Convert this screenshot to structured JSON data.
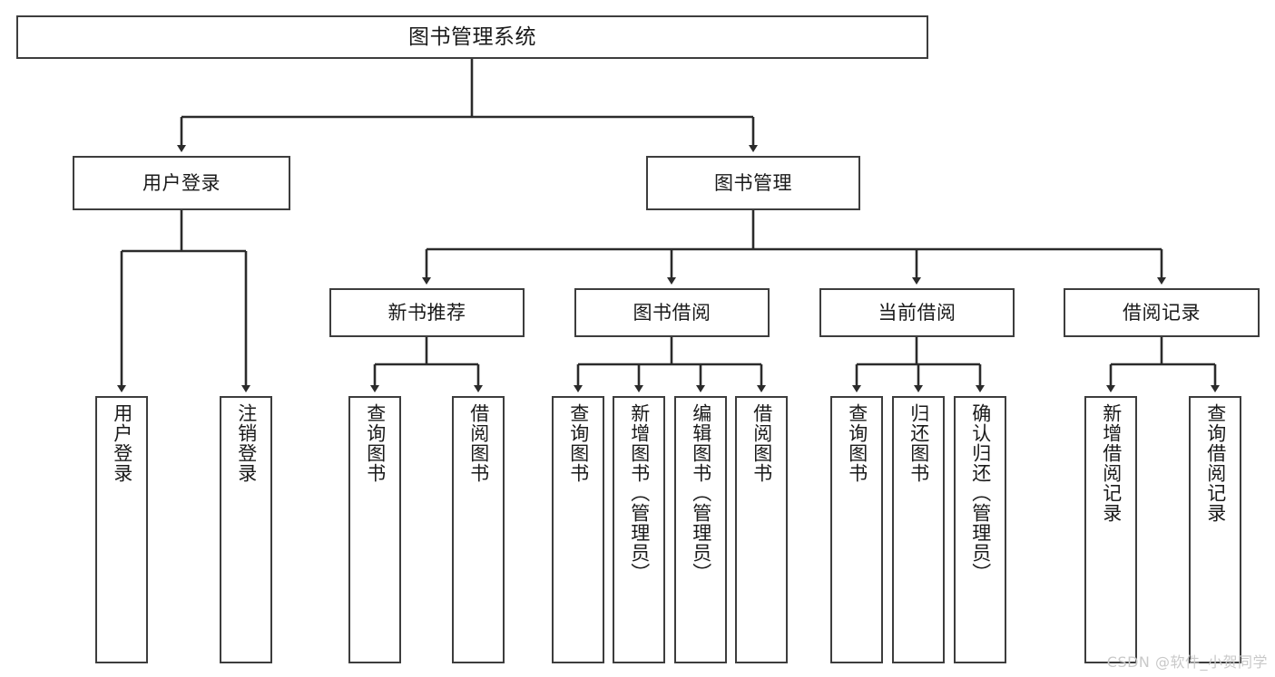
{
  "diagram": {
    "title": "图书管理系统",
    "colors": {
      "box_border": "#3d3d3d",
      "box_fill": "#ffffff",
      "connector": "#2b2b2b",
      "text": "#1a1a1a",
      "watermark": "#c9c9c9",
      "background": "#ffffff"
    },
    "root": {
      "label": "图书管理系统"
    },
    "level2": [
      {
        "label": "用户登录"
      },
      {
        "label": "图书管理"
      }
    ],
    "user_login_children": [
      {
        "label": "用户登录"
      },
      {
        "label": "注销登录"
      }
    ],
    "book_manage_groups": [
      {
        "label": "新书推荐",
        "children": [
          {
            "label": "查询图书"
          },
          {
            "label": "借阅图书"
          }
        ]
      },
      {
        "label": "图书借阅",
        "children": [
          {
            "label": "查询图书"
          },
          {
            "label": "新增图书（管理员）"
          },
          {
            "label": "编辑图书（管理员）"
          },
          {
            "label": "借阅图书"
          }
        ]
      },
      {
        "label": "当前借阅",
        "children": [
          {
            "label": "查询图书"
          },
          {
            "label": "归还图书"
          },
          {
            "label": "确认归还（管理员）"
          }
        ]
      },
      {
        "label": "借阅记录",
        "children": [
          {
            "label": "新增借阅记录"
          },
          {
            "label": "查询借阅记录"
          }
        ]
      }
    ],
    "watermark": "CSDN @软件_小贺同学"
  }
}
